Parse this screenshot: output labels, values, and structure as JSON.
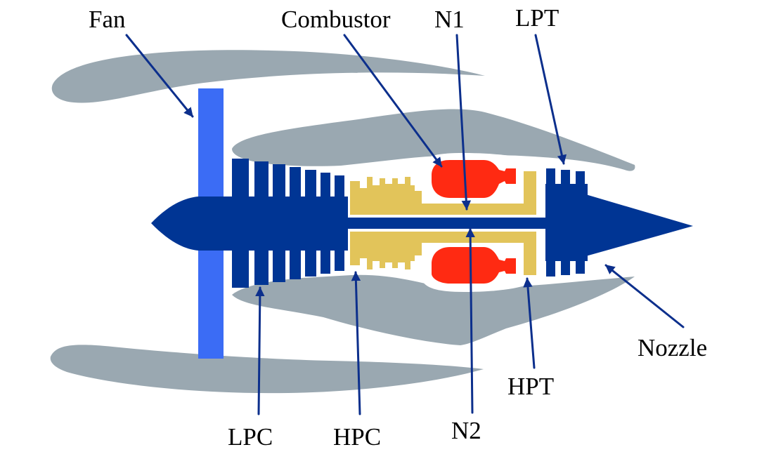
{
  "colors": {
    "nacelle": "#9aa8b1",
    "fan": "#3b6cf5",
    "low_spool": "#003594",
    "high_spool": "#e2c45a",
    "combustor": "#ff2a12",
    "leader": "#0c2f8c",
    "label": "#000000",
    "background": "#ffffff"
  },
  "labels": {
    "fan": "Fan",
    "combustor": "Combustor",
    "n1": "N1",
    "lpt": "LPT",
    "nozzle": "Nozzle",
    "hpt": "HPT",
    "n2": "N2",
    "hpc": "HPC",
    "lpc": "LPC"
  }
}
